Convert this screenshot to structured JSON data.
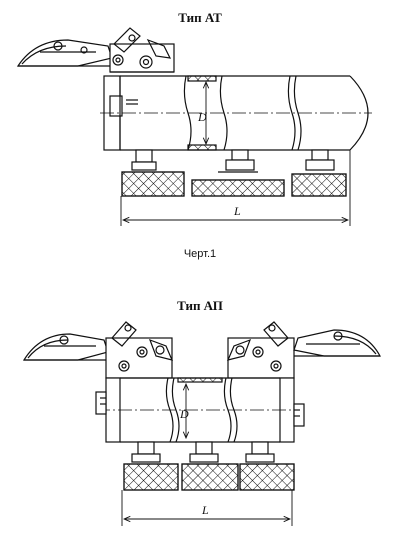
{
  "figure1": {
    "title": "Тип АТ",
    "dim_length": "L",
    "dim_diameter": "D",
    "caption": "Черт.1"
  },
  "figure2": {
    "title": "Тип АП",
    "dim_length": "L",
    "dim_diameter": "D"
  },
  "colors": {
    "line": "#111111",
    "hatch": "#111111",
    "background": "#ffffff"
  }
}
